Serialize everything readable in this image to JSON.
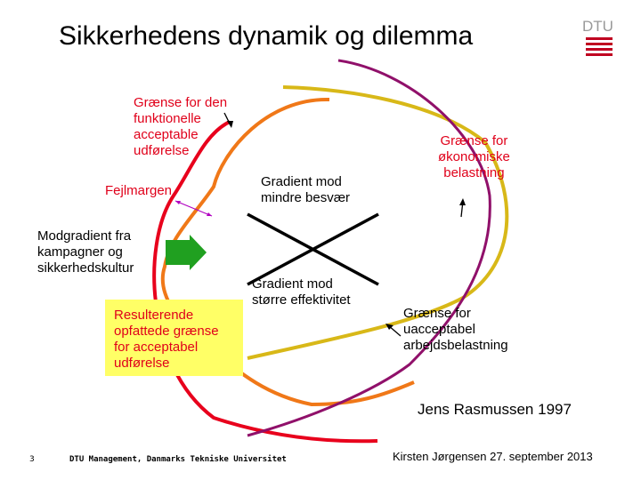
{
  "slide": {
    "title": "Sikkerhedens dynamik og dilemma",
    "logo_text": "DTU"
  },
  "labels": {
    "functional_limit": "Grænse for den\nfunktionelle\nacceptable\nudførelse",
    "error_margin": "Fejlmargen",
    "gradient_less_effort": "Gradient mod\nmindre besvær",
    "economic_limit": "Grænse for\nøkonomiske\nbelastning",
    "counter_gradient": "Modgradient fra\nkampagner og\nsikkerhedskultur",
    "gradient_efficiency": "Gradient mod\nstørre effektivitet",
    "resulting_limit": "Resulterende\nopfattede grænse\nfor acceptabel\nudførelse",
    "workload_limit": "Grænse for\nuacceptabel\narbejdsbelastning"
  },
  "reference": "Jens Rasmussen 1997",
  "footer": {
    "page_number": "3",
    "organization": "DTU Management, Danmarks Tekniske Universitet",
    "author_date": "Kirsten Jørgensen 27. september 2013"
  },
  "colors": {
    "red_curve": "#e8001c",
    "orange_curve": "#f07818",
    "yellow_curve": "#d8b818",
    "purple_curve": "#90106a",
    "green_arrow": "#20a020",
    "margin_arrow": "#b000c0",
    "label_red": "#e0001a",
    "box_yellow": "#ffff66"
  }
}
